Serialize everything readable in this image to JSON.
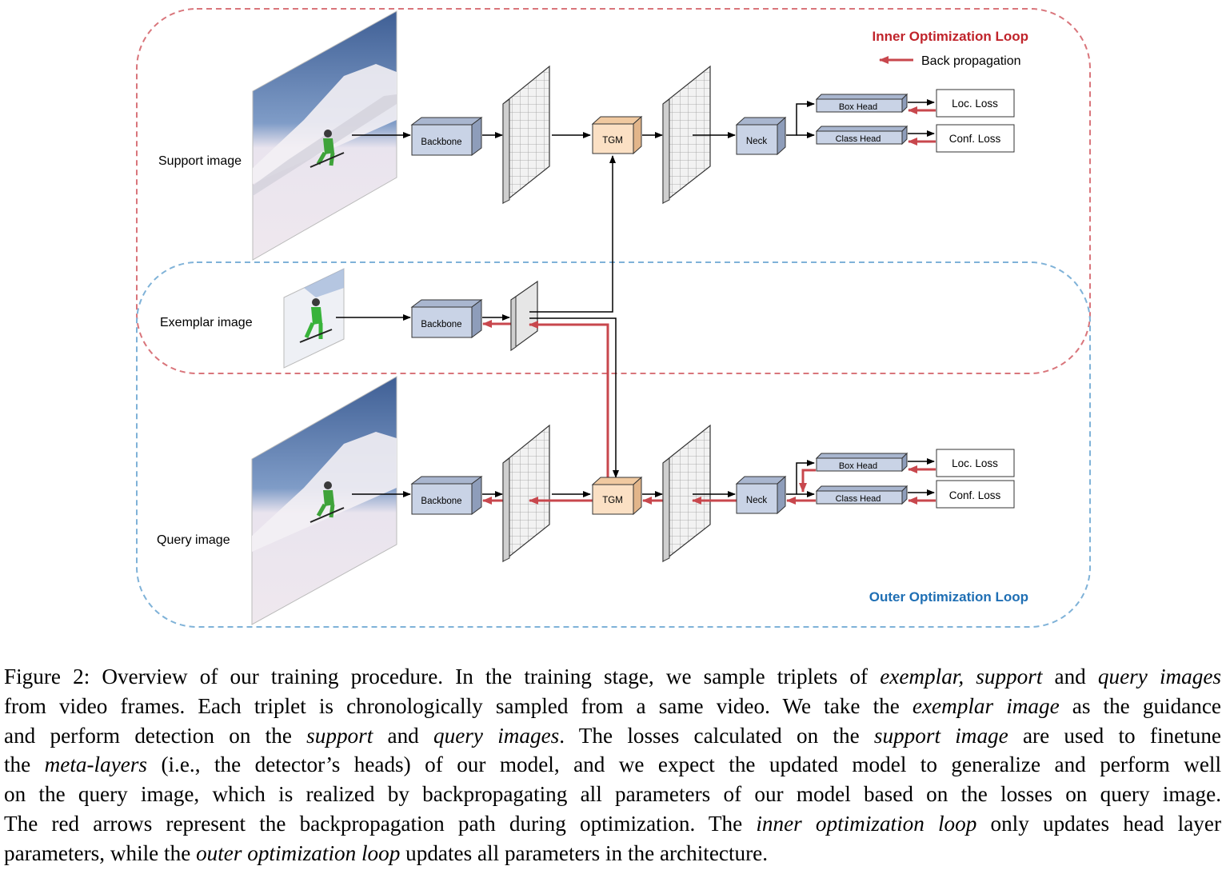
{
  "figure": {
    "legend": {
      "inner_loop_title": "Inner Optimization Loop",
      "back_propagation": "Back propagation",
      "outer_loop_title": "Outer Optimization Loop"
    },
    "image_labels": {
      "support": "Support image",
      "exemplar": "Exemplar image",
      "query": "Query image"
    },
    "modules": {
      "backbone": "Backbone",
      "tgm": "TGM",
      "neck": "Neck",
      "box_head": "Box Head",
      "class_head": "Class Head",
      "loc_loss": "Loc. Loss",
      "conf_loss": "Conf. Loss"
    },
    "colors": {
      "inner_loop": "#c0242b",
      "outer_loop": "#1f6fb4",
      "backprop_arrow": "#c8474d",
      "backbone_fill": "#c9d3e6",
      "tgm_fill": "#fbe0c4"
    }
  },
  "caption": {
    "l1a": "Figure 2: Overview of our training procedure. In the training stage, we sample triplets of ",
    "l1b": "exemplar, support",
    "l1c": " and ",
    "l1d": "query images",
    "l2a": "from video frames. Each triplet is chronologically sampled from a same video. We take the ",
    "l2b": "exemplar image",
    "l2c": " as the guidance",
    "l3a": "and perform detection on the ",
    "l3b": "support",
    "l3c": " and ",
    "l3d": "query images",
    "l3e": ". The losses calculated on the ",
    "l3f": "support image",
    "l3g": " are used to finetune",
    "l4a": "the ",
    "l4b": "meta-layers",
    "l4c": " (i.e., the detector’s heads) of our model, and we expect the updated model to generalize and perform well",
    "l5": "on the query image, which is realized by backpropagating all parameters of our model based on the losses on query image.",
    "l6a": "The red arrows represent the backpropagation path during optimization. The ",
    "l6b": "inner optimization loop",
    "l6c": " only updates head layer",
    "l7a": "parameters, while the ",
    "l7b": "outer optimization loop",
    "l7c": " updates all parameters in the architecture."
  }
}
